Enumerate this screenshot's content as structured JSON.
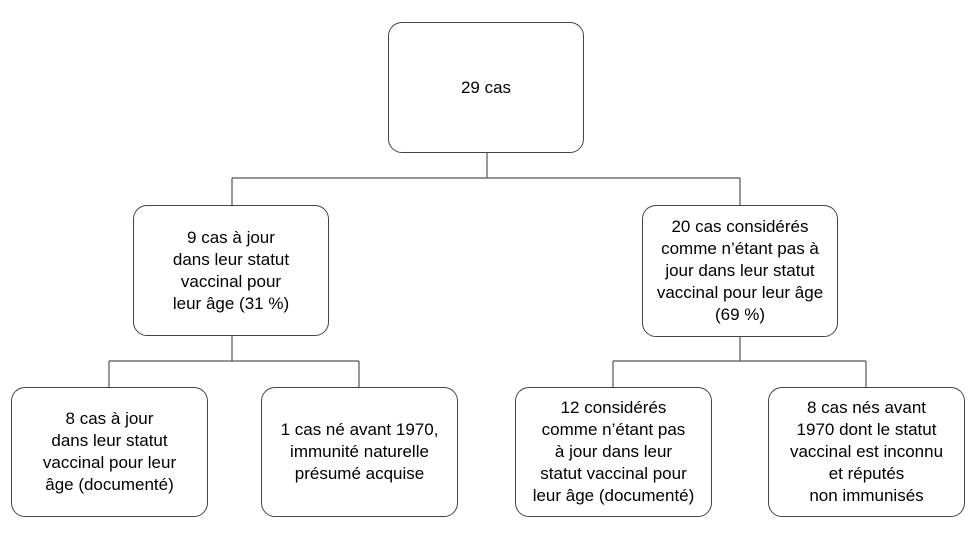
{
  "root": {
    "label": "29 cas"
  },
  "level1": {
    "left": {
      "label": "9 cas à jour\ndans leur statut\nvaccinal pour\nleur âge (31 %)"
    },
    "right": {
      "label": "20 cas considérés\ncomme n’étant pas à\njour dans leur statut\nvaccinal pour leur âge\n(69 %)"
    }
  },
  "level2": {
    "left_a": {
      "label": "8 cas à jour\ndans leur statut\nvaccinal pour leur\nâge (documenté)"
    },
    "left_b": {
      "label": "1 cas né avant 1970,\nimmunité naturelle\nprésumé acquise"
    },
    "right_a": {
      "label": "12 considérés\ncomme n’étant pas\nà jour dans leur\nstatut vaccinal pour\nleur âge (documenté)"
    },
    "right_b": {
      "label": "8 cas nés avant\n1970 dont le statut\nvaccinal est inconnu\net réputés\nnon immunisés"
    }
  }
}
